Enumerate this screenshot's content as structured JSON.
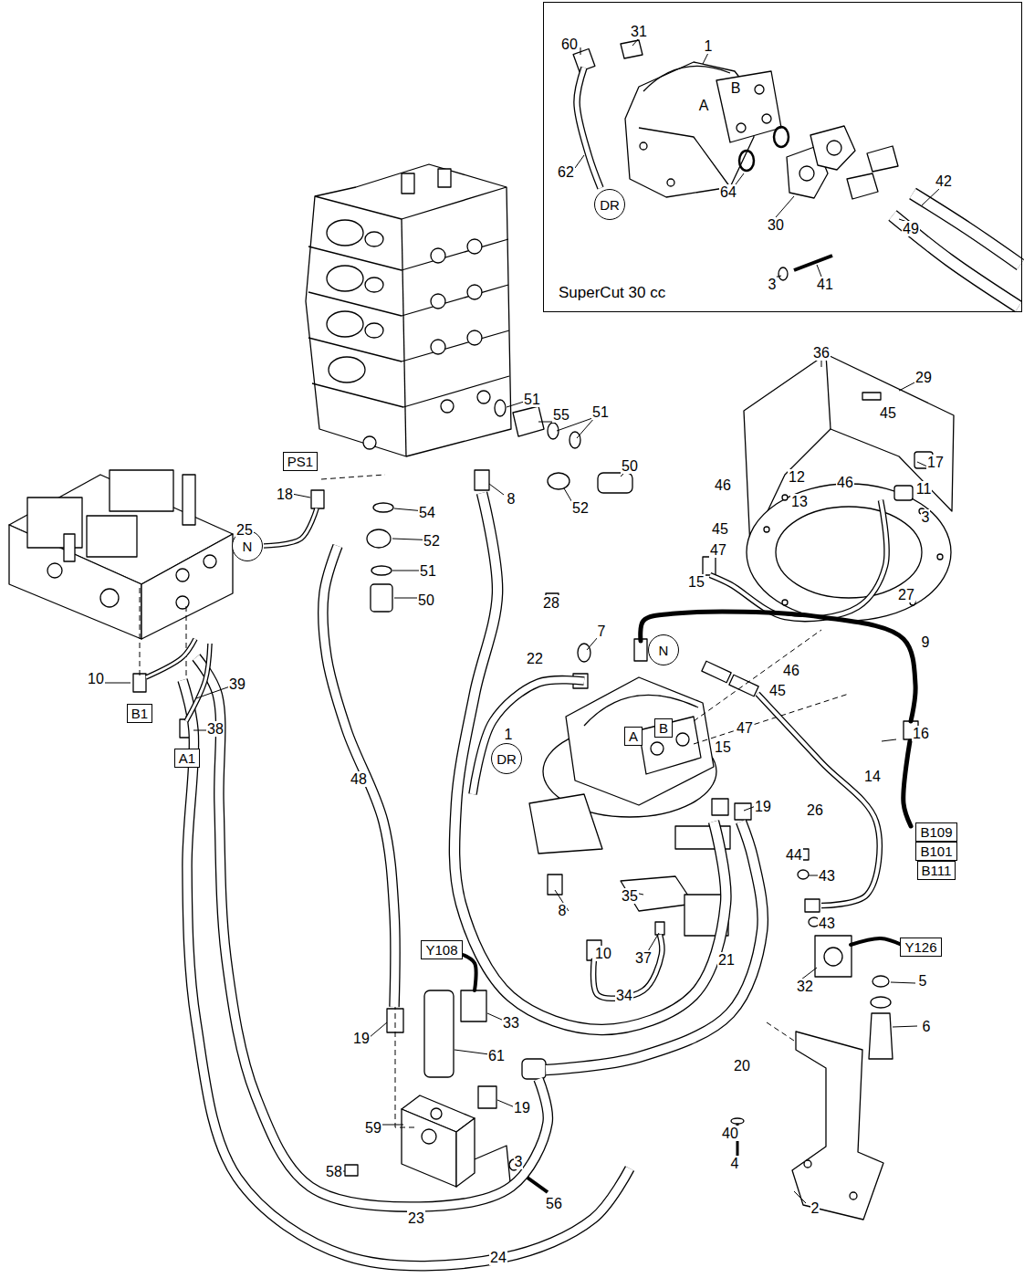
{
  "diagram": {
    "nodes": [
      {
        "text": [
          "SuperCut 30 cc"
        ]
      },
      {
        "text": [
          "DR"
        ],
        "in": 0
      },
      {
        "text": [
          "PS1"
        ]
      },
      {
        "text": [
          "N"
        ]
      },
      {
        "text": [
          "N"
        ]
      },
      {
        "text": [
          "B1"
        ]
      },
      {
        "text": [
          "A1"
        ]
      },
      {
        "text": [
          "A"
        ]
      },
      {
        "text": [
          "B"
        ]
      },
      {
        "text": [
          "DR"
        ]
      },
      {
        "text": [
          "B109"
        ]
      },
      {
        "text": [
          "B101"
        ]
      },
      {
        "text": [
          "B111"
        ]
      },
      {
        "text": [
          "Y108"
        ]
      },
      {
        "text": [
          "Y126"
        ]
      }
    ],
    "labels": [
      "60",
      "31",
      "1",
      "B",
      "A",
      "62",
      "64",
      "30",
      "42",
      "49",
      "3",
      "41",
      "36",
      "29",
      "45",
      "17",
      "12",
      "46",
      "11",
      "13",
      "3",
      "46",
      "45",
      "47",
      "15",
      "27",
      "9",
      "51",
      "55",
      "51",
      "50",
      "52",
      "8",
      "54",
      "52",
      "51",
      "50",
      "18",
      "25",
      "28",
      "7",
      "22",
      "46",
      "45",
      "47",
      "15",
      "1",
      "16",
      "14",
      "19",
      "26",
      "10",
      "39",
      "38",
      "48",
      "44",
      "43",
      "43",
      "35",
      "8",
      "10",
      "37",
      "21",
      "34",
      "32",
      "5",
      "6",
      "20",
      "33",
      "19",
      "61",
      "19",
      "59",
      "58",
      "3",
      "56",
      "23",
      "40",
      "4",
      "2",
      "24"
    ]
  }
}
